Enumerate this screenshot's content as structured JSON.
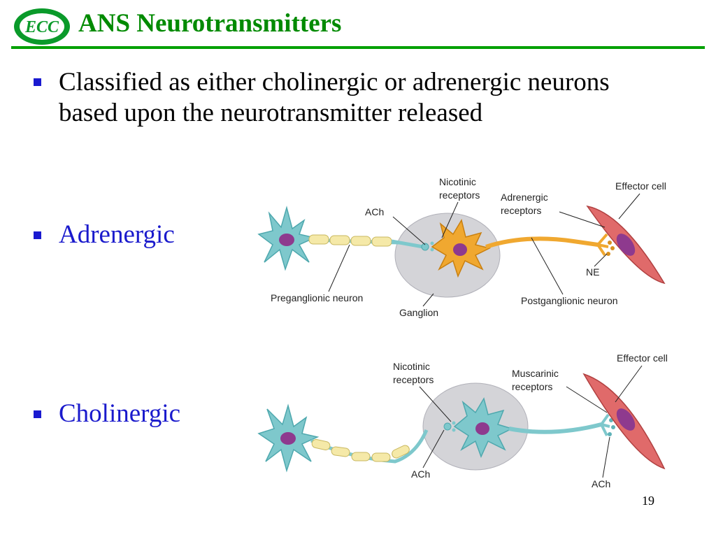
{
  "slide": {
    "title": "ANS Neurotransmitters",
    "logo_text": "ECC",
    "page_number": "19"
  },
  "bullets": [
    {
      "text": "Classified as either cholinergic or adrenergic neurons based upon the neurotransmitter released"
    },
    {
      "text": "Adrenergic"
    },
    {
      "text": "Cholinergic"
    }
  ],
  "diagrams": {
    "adrenergic": {
      "labels": {
        "nicotinic_receptors_1": "Nicotinic",
        "nicotinic_receptors_2": "receptors",
        "ach": "ACh",
        "adrenergic_receptors_1": "Adrenergic",
        "adrenergic_receptors_2": "receptors",
        "effector_cell": "Effector cell",
        "ne": "NE",
        "preganglionic": "Preganglionic neuron",
        "ganglion": "Ganglion",
        "postganglionic": "Postganglionic neuron"
      }
    },
    "cholinergic": {
      "labels": {
        "nicotinic_receptors_1": "Nicotinic",
        "nicotinic_receptors_2": "receptors",
        "muscarinic_receptors_1": "Muscarinic",
        "muscarinic_receptors_2": "receptors",
        "effector_cell": "Effector cell",
        "ach_1": "ACh",
        "ach_2": "ACh"
      }
    }
  },
  "colors": {
    "title": "#008a00",
    "rule": "#00a000",
    "bullet": "#1a1ad0",
    "accent_text": "#1a1acc",
    "preganglionic_neuron": "#7ec8cc",
    "postganglionic_adrenergic": "#f0a830",
    "myelin": "#f5e9a8",
    "ganglion": "#d4d4d8",
    "effector": "#e06a6a",
    "nucleus": "#8e3a8e"
  }
}
